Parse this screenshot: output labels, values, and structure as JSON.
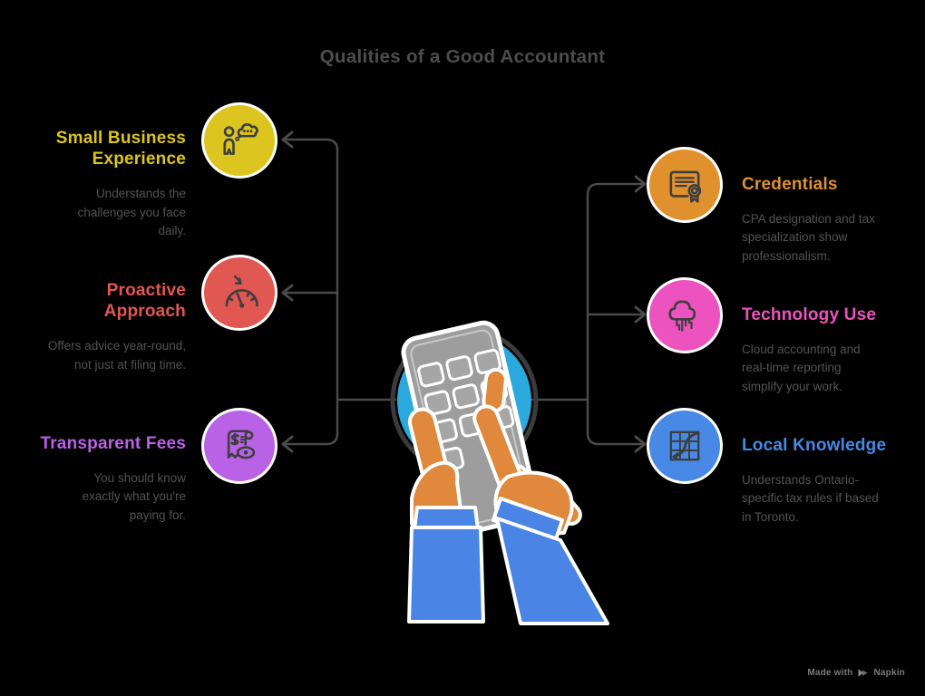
{
  "title": "Qualities of a Good Accountant",
  "items": [
    {
      "id": "small-business-experience",
      "label": "Small Business Experience",
      "description": "Understands the challenges you face daily.",
      "color": "#DCC51E",
      "icon": "person-thought-bubble-icon"
    },
    {
      "id": "proactive-approach",
      "label": "Proactive Approach",
      "description": "Offers advice year-round, not just at filing time.",
      "color": "#E15752",
      "icon": "speedometer-icon"
    },
    {
      "id": "transparent-fees",
      "label": "Transparent Fees",
      "description": "You should know exactly what you're paying for.",
      "color": "#B962E6",
      "icon": "receipt-eye-icon"
    },
    {
      "id": "credentials",
      "label": "Credentials",
      "description": "CPA designation and tax specialization show professionalism.",
      "color": "#E0912E",
      "icon": "certificate-ribbon-icon"
    },
    {
      "id": "technology-use",
      "label": "Technology Use",
      "description": "Cloud accounting and real-time reporting simplify your work.",
      "color": "#EC53BE",
      "icon": "cloud-circuit-icon"
    },
    {
      "id": "local-knowledge",
      "label": "Local Knowledge",
      "description": "Understands Ontario-specific tax rules if based in Toronto.",
      "color": "#4789E4",
      "icon": "map-route-icon"
    }
  ],
  "colors": {
    "background": "#000000",
    "title_text": "#4D4D4D",
    "description_text": "#535353",
    "connector_line": "#4A4A4A",
    "center_circle_fill": "#2BA9DC",
    "center_circle_ring": "#3B3B3B",
    "hand_skin": "#E0883B",
    "sleeve_blue": "#4A84E4",
    "calculator_gray": "#9D9D9D"
  },
  "footer": {
    "made_with": "Made with",
    "brand": "Napkin"
  }
}
